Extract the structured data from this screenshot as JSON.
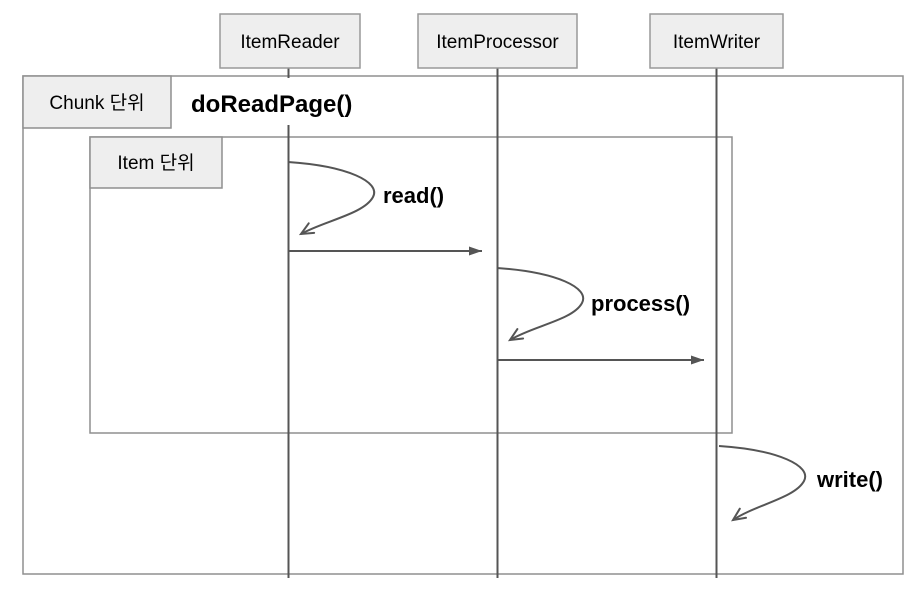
{
  "diagram": {
    "kind": "sequence-diagram",
    "participants": [
      {
        "id": "item-reader",
        "label": "ItemReader"
      },
      {
        "id": "item-processor",
        "label": "ItemProcessor"
      },
      {
        "id": "item-writer",
        "label": "ItemWriter"
      }
    ],
    "frames": {
      "chunk": {
        "label": "Chunk 단위",
        "operation": "doReadPage()"
      },
      "item": {
        "label": "Item 단위"
      }
    },
    "messages": {
      "read": {
        "label": "read()"
      },
      "process": {
        "label": "process()"
      },
      "write": {
        "label": "write()"
      }
    },
    "colors": {
      "participant_fill": "#eeeeee",
      "participant_border": "#999999",
      "frame_border": "#8f8f8f",
      "lifeline": "#555555",
      "arrow": "#555555",
      "text": "#000000",
      "background": "#ffffff"
    }
  }
}
